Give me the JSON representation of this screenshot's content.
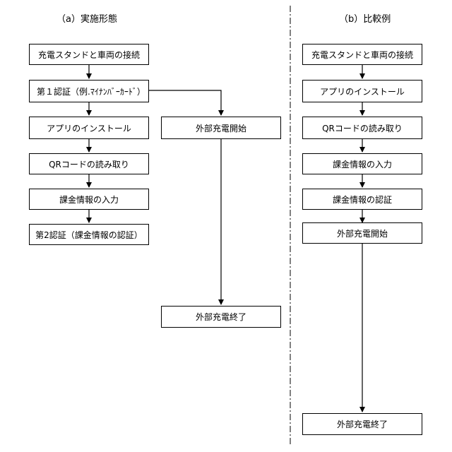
{
  "colors": {
    "line": "#000000",
    "background": "#ffffff"
  },
  "embodiment": {
    "title": "（a）実施形態",
    "steps": [
      "充電スタンドと車両の接続",
      "第１認証（例.ﾏｲﾅﾝﾊﾞｰｶｰﾄﾞ）",
      "アプリのインストール",
      "QRコードの読み取り",
      "課金情報の入力",
      "第2認証（課金情報の認証）"
    ],
    "branch_steps": [
      "外部充電開始",
      "外部充電終了"
    ]
  },
  "comparative": {
    "title": "（b）比較例",
    "steps": [
      "充電スタンドと車両の接続",
      "アプリのインストール",
      "QRコードの読み取り",
      "課金情報の入力",
      "課金情報の認証",
      "外部充電開始",
      "外部充電終了"
    ]
  }
}
